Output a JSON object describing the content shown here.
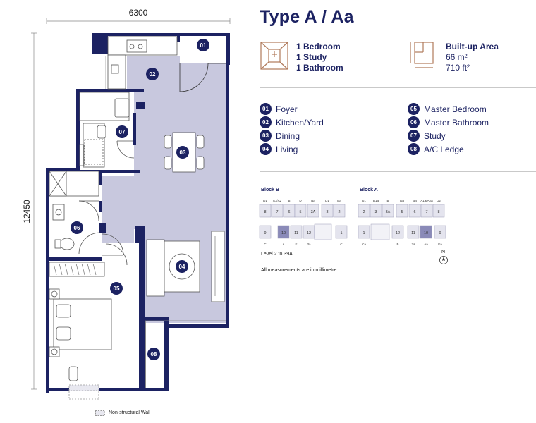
{
  "header": {
    "title": "Type A / Aa"
  },
  "specs": {
    "rooms": [
      "1 Bedroom",
      "1 Study",
      "1 Bathroom"
    ],
    "area_label": "Built-up Area",
    "area_sqm": "66 m²",
    "area_sqft": "710 ft²"
  },
  "legend": [
    {
      "num": "01",
      "label": "Foyer"
    },
    {
      "num": "02",
      "label": "Kitchen/Yard"
    },
    {
      "num": "03",
      "label": "Dining"
    },
    {
      "num": "04",
      "label": "Living"
    },
    {
      "num": "05",
      "label": "Master Bedroom"
    },
    {
      "num": "06",
      "label": "Master Bathroom"
    },
    {
      "num": "07",
      "label": "Study"
    },
    {
      "num": "08",
      "label": "A/C Ledge"
    }
  ],
  "keyplan": {
    "block_b_label": "Block B",
    "block_a_label": "Block A",
    "block_b_top": [
      "D1",
      "A1/A2",
      "B",
      "D",
      "Ba",
      "D1",
      "Ba"
    ],
    "block_b_units_top": [
      "8",
      "7",
      "6",
      "5",
      "3A",
      "3",
      "2"
    ],
    "block_b_units_bottom": [
      "9",
      "10",
      "11",
      "12",
      "1"
    ],
    "block_b_bottom": [
      "C",
      "A",
      "E",
      "3a",
      "C"
    ],
    "block_a_top": [
      "D1",
      "B1a",
      "B",
      "Da",
      "Ba",
      "A1a/A2a",
      "D2"
    ],
    "block_a_units_top": [
      "2",
      "3",
      "3A",
      "5",
      "6",
      "7",
      "8"
    ],
    "block_a_units_bottom": [
      "1",
      "12",
      "11",
      "10",
      "9"
    ],
    "block_a_bottom": [
      "Ca",
      "B",
      "3a",
      "Aa",
      "Ea"
    ],
    "levels": "Level 2 to 39A",
    "north": "N",
    "note": "All measurements are in millimetre."
  },
  "plan": {
    "width_dim": "6300",
    "height_dim": "12450",
    "room_badges": [
      "01",
      "02",
      "03",
      "04",
      "05",
      "06",
      "07",
      "08"
    ]
  },
  "footer": {
    "non_structural": "Non-structural Wall"
  },
  "colors": {
    "navy": "#1c2262",
    "floor": "#c8c8de",
    "wall": "#1c2262",
    "accent": "#b07a5b"
  }
}
